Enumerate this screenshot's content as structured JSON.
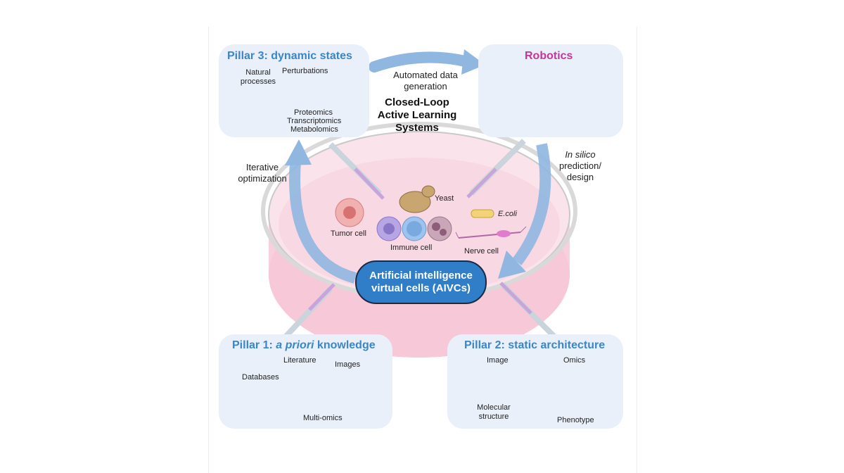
{
  "pillar3": {
    "title": "Pillar 3: dynamic states",
    "natural": "Natural processes",
    "perturbations": "Perturbations",
    "omics_lines": [
      "Proteomics",
      "Transcriptomics",
      "Metabolomics"
    ]
  },
  "robotics": {
    "title": "Robotics"
  },
  "center": {
    "automated": "Automated data generation",
    "closed_loop": "Closed-Loop Active Learning Systems",
    "iterative": "Iterative optimization",
    "in_silico_italic": "In silico",
    "in_silico_rest": "prediction/ design"
  },
  "cells": {
    "yeast": "Yeast",
    "ecoli": "E.coli",
    "tumor": "Tumor cell",
    "immune": "Immune cell",
    "nerve": "Nerve cell"
  },
  "aivc": {
    "line1": "Artificial intelligence",
    "line2": "virtual cells (AIVCs)"
  },
  "pillar1": {
    "title_prefix": "Pillar 1: ",
    "title_italic": "a priori",
    "title_suffix": " knowledge",
    "literature": "Literature",
    "images": "Images",
    "databases": "Databases",
    "multiomics": "Multi-omics"
  },
  "pillar2": {
    "title": "Pillar 2: static architecture",
    "image": "Image",
    "omics": "Omics",
    "molecular": "Molecular structure",
    "phenotype": "Phenotype"
  },
  "colors": {
    "box_bg": "#e9f0fa",
    "title_blue": "#3a86c8",
    "robotics_pink": "#c2379a",
    "arrow_blue": "#8fb7e0",
    "aivc_blue": "#2f7ec7",
    "dish_pink": "#f7d3df"
  }
}
